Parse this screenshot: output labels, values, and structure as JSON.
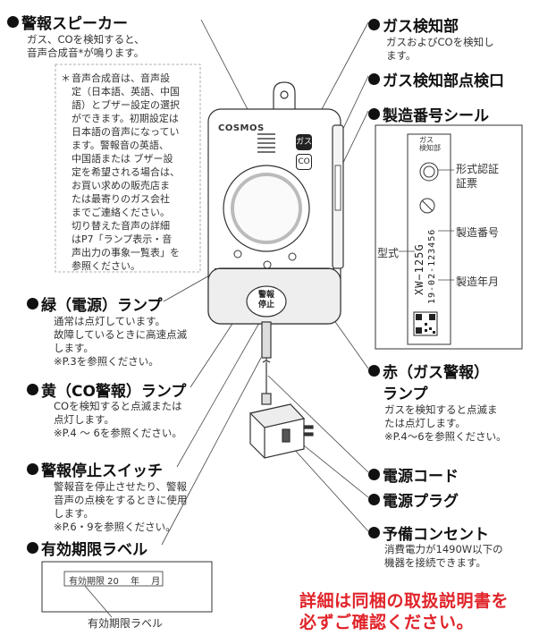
{
  "speaker": {
    "heading": "警報スピーカー",
    "lines": [
      "ガス、COを検知すると、",
      "音声合成音*が鳴ります。"
    ]
  },
  "footnote": {
    "mark": "＊",
    "lines": [
      "音声合成音は、音声設",
      "定（日本語、英語、中国",
      "語）とブザー設定の選択",
      "ができます。初期設定は",
      "日本語の音声になってい",
      "ます。警報音の英語、",
      "中国語または ブザー設",
      "定を希望される場合は、",
      "お買い求めの販売店ま",
      "たは最寄りのガス会社",
      "までご連絡ください。",
      "切り替えた音声の詳細",
      "はP7「ランプ表示・音",
      "声出力の事象一覧表」を",
      "参照ください。"
    ]
  },
  "green_lamp": {
    "heading": "緑（電源）ランプ",
    "lines": [
      "通常は点灯しています。",
      "故障しているときに高速点滅",
      "します。",
      "※P.3を参照ください。"
    ]
  },
  "yellow_lamp": {
    "heading": "黄（CO警報）ランプ",
    "lines": [
      "COを検知すると点滅または",
      "点灯します。",
      "※P.4 〜 6を参照ください。"
    ]
  },
  "stop_switch": {
    "heading": "警報停止スイッチ",
    "lines": [
      "警報音を停止させたり、警報",
      "音声の点検をするときに使用",
      "します。",
      "※P.6・9を参照ください。"
    ]
  },
  "expiry_label": {
    "heading": "有効期限ラベル",
    "box_text": "有効期限 20　 年　 月",
    "caption": "有効期限ラベル"
  },
  "gas_sensor": {
    "heading": "ガス検知部",
    "lines": [
      "ガスおよびCOを検知し",
      "ます。"
    ]
  },
  "inspection_port": {
    "heading": "ガス検知部点検口"
  },
  "serial_seal": {
    "heading": "製造番号シール",
    "model_label": "型式",
    "cert_label_1": "形式認証",
    "cert_label_2": "証票",
    "serial_label": "製造番号",
    "date_label": "製造年月",
    "model_code": "XW−125G",
    "serial_code": "19-02-123456",
    "detector_label_1": "ガス",
    "detector_label_2": "検知部"
  },
  "red_lamp": {
    "heading_1": "赤（ガス警報）",
    "heading_2": "ランプ",
    "lines": [
      "ガスを検知すると点滅ま",
      "たは点灯します。",
      "※P.4〜6を参照ください。"
    ]
  },
  "power_cord": {
    "heading": "電源コード"
  },
  "power_plug": {
    "heading": "電源プラグ"
  },
  "spare_outlet": {
    "heading": "予備コンセント",
    "lines": [
      "消費電力が1490W以下の",
      "機器を接続できます。"
    ]
  },
  "device": {
    "brand": "COSMOS",
    "gas_badge": "ガス",
    "co_badge": "CO",
    "stop_button_1": "警報",
    "stop_button_2": "停止"
  },
  "notice": {
    "line1": "詳細は同梱の取扱説明書を",
    "line2": "必ずご確認ください。"
  }
}
